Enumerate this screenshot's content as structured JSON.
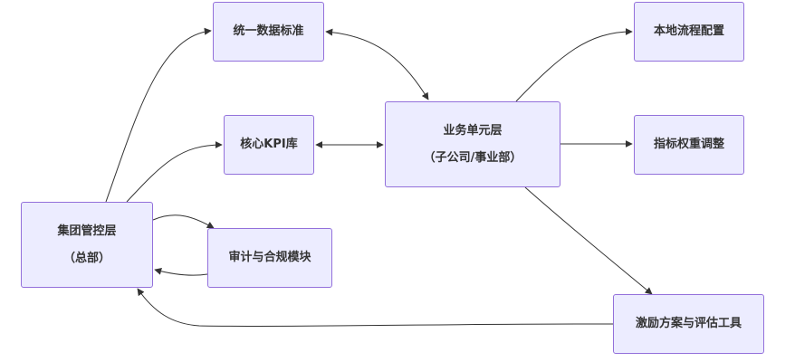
{
  "nodes": {
    "group": {
      "line1": "集团管控层",
      "line2": "（总部）"
    },
    "business": {
      "line1": "业务单元层",
      "line2": "（子公司/事业部）"
    },
    "data_standard": {
      "label": "统一数据标准"
    },
    "core_kpi": {
      "label": "核心KPI库"
    },
    "audit": {
      "label": "审计与合规模块"
    },
    "local_flow": {
      "label": "本地流程配置"
    },
    "weight_adjust": {
      "label": "指标权重调整"
    },
    "incentive": {
      "label": "激励方案与评估工具"
    }
  },
  "colors": {
    "node_fill": "#ececff",
    "node_border": "#9370db",
    "edge": "#333333",
    "text": "#333333"
  }
}
